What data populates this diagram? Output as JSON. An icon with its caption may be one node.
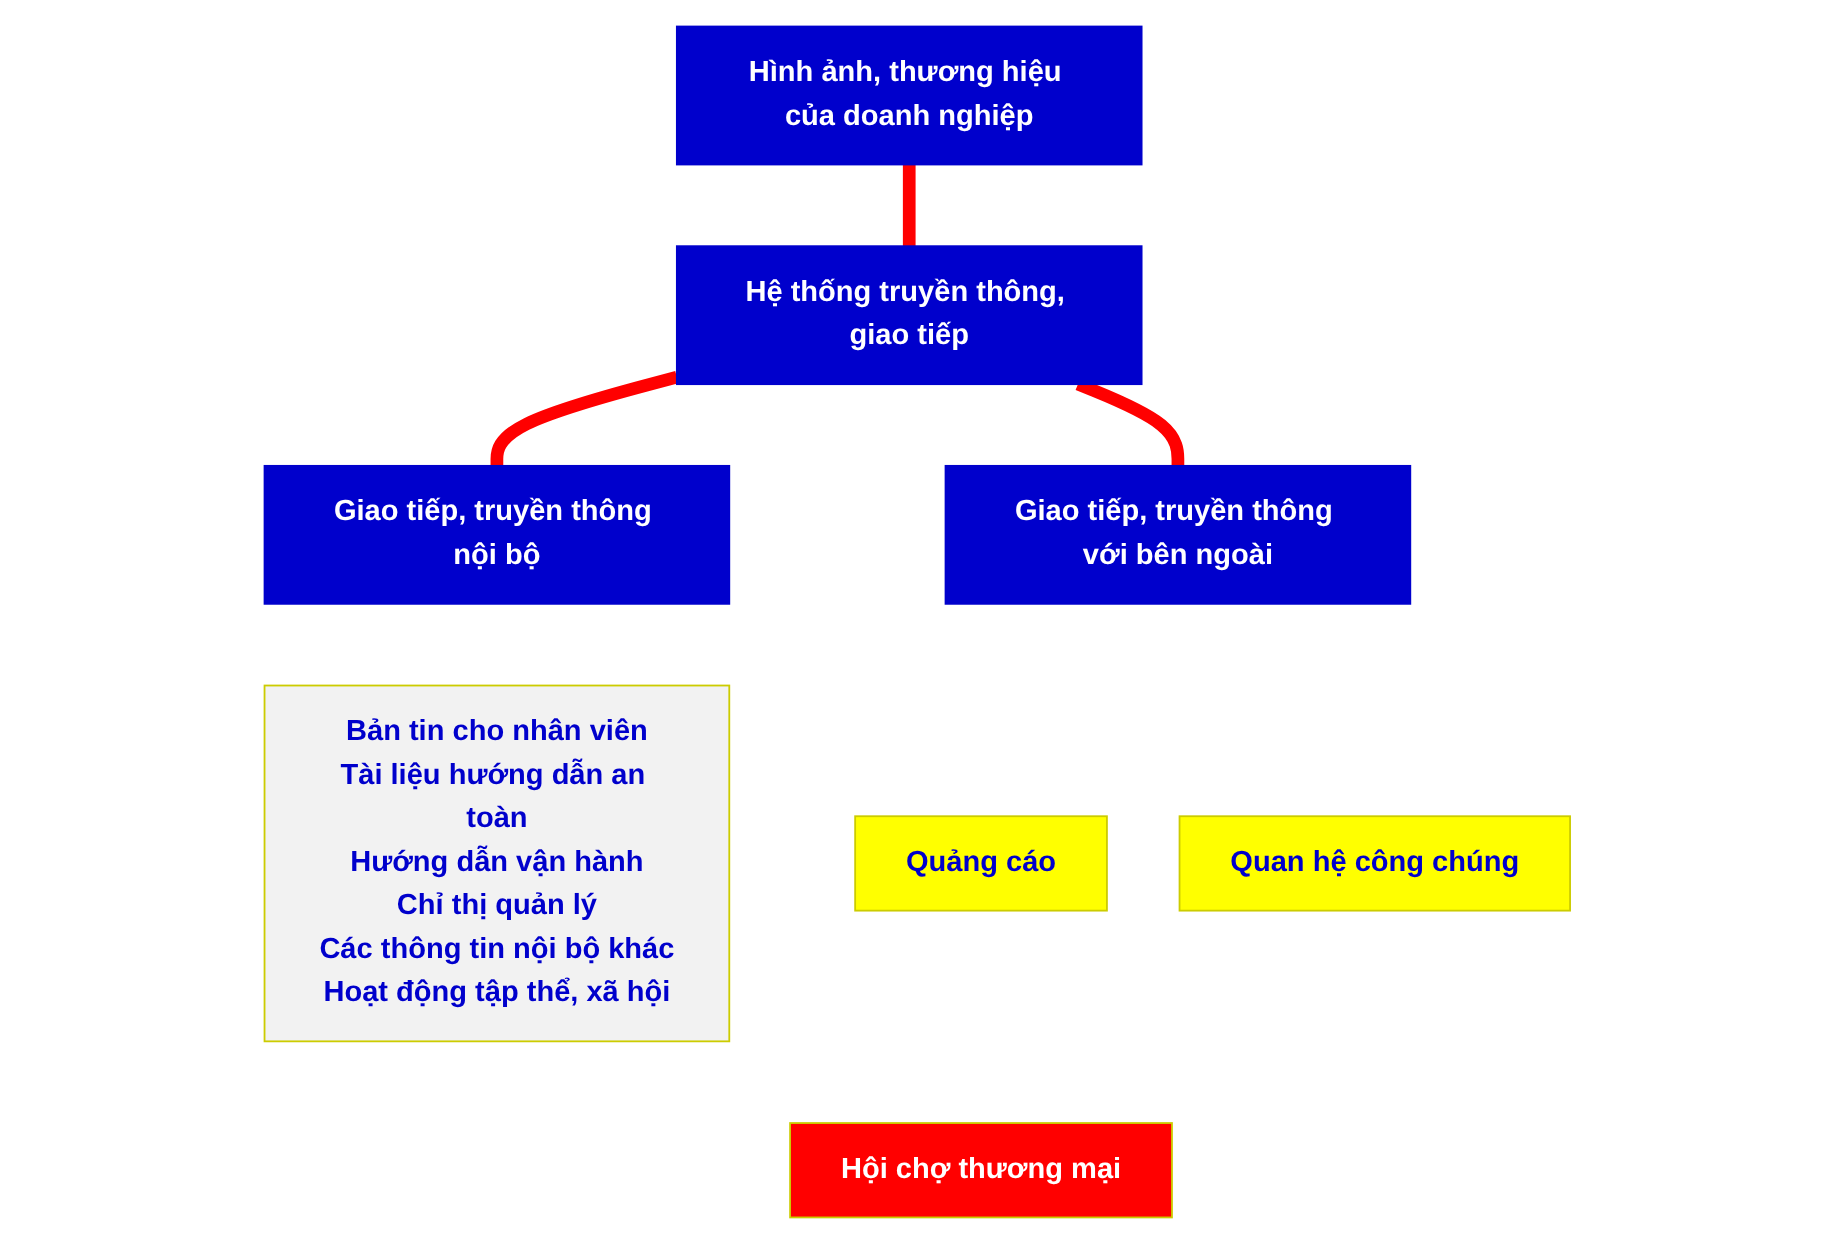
{
  "diagram": {
    "nodes": [
      {
        "text": [
          "Hình ảnh, thương hiệu của doanh nghiệp"
        ]
      },
      {
        "text": [
          "Hệ thống truyền thông, giao tiếp"
        ]
      },
      {
        "text": [
          "Giao tiếp, truyền thông nội bộ"
        ]
      },
      {
        "text": [
          "Giao tiếp, truyền thông với bên ngoài"
        ]
      },
      {
        "text": [
          "Bản tin cho nhân viên",
          "Tài liệu hướng dẫn an toàn",
          "Hướng dẫn vận hành",
          "Chỉ thị quản lý",
          "Các thông tin nội bộ khác",
          "Hoạt động tập thể, xã hội"
        ]
      },
      {
        "text": [
          "Quảng cáo"
        ]
      },
      {
        "text": [
          "Quan hệ công chúng"
        ]
      },
      {
        "text": [
          "Hội chợ thương mại"
        ]
      }
    ],
    "edges": [
      {
        "from": 0,
        "to": 1,
        "arrow": "none"
      },
      {
        "from": 1,
        "to": 2,
        "arrow": "none"
      },
      {
        "from": 1,
        "to": 3,
        "arrow": "none"
      }
    ]
  }
}
